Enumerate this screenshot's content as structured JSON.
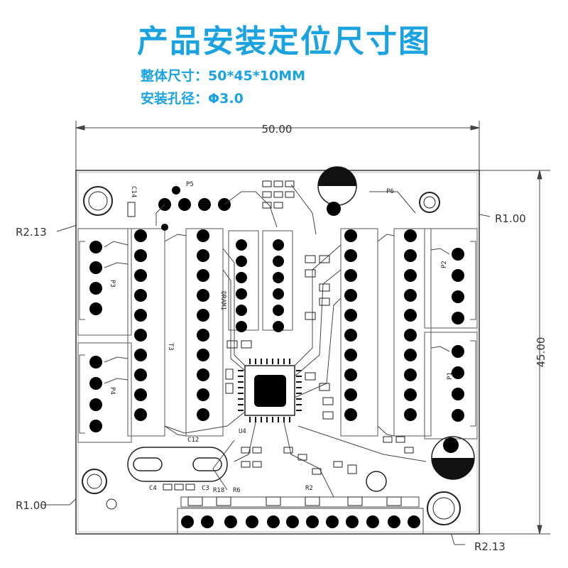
{
  "title": "产品安装定位尺寸图",
  "specs": {
    "size_line": "整体尺寸：50*45*10MM",
    "hole_line": "安装孔径：Φ3.0"
  },
  "dimensions": {
    "width": "50.00",
    "height": "45.00",
    "radius_large": "R2.13",
    "radius_small": "R1.00"
  },
  "silkscreen": {
    "p1": "P1",
    "p2": "P2",
    "p3": "P3",
    "p4": "P4",
    "p5": "P5",
    "p6": "P6",
    "t3": "T3",
    "u4": "U4",
    "c12": "C12",
    "c14": "C14",
    "c3": "C3",
    "c4": "C4",
    "r18": "R18",
    "r2": "R2",
    "r6": "R6",
    "dram": "DRAM1"
  }
}
